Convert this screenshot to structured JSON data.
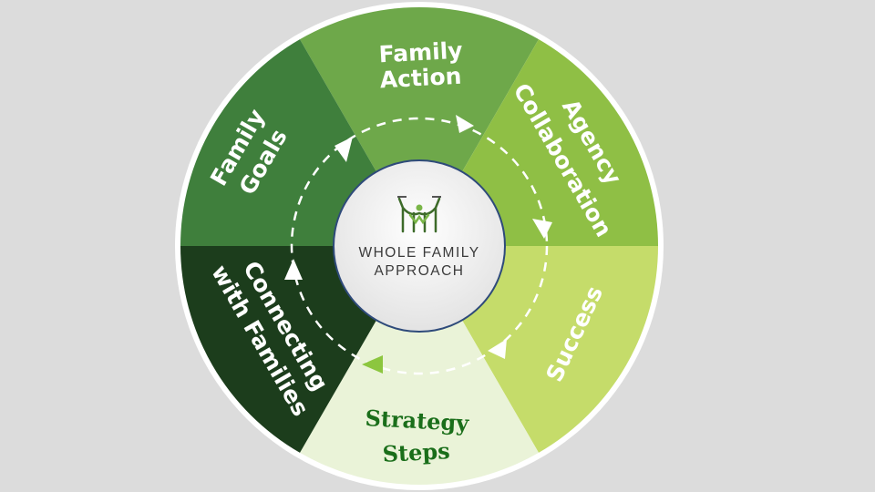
{
  "center": {
    "logo_icon": "family-figures-logo-icon",
    "line1": "WHOLE FAMILY",
    "line2": "APPROACH"
  },
  "segments": [
    {
      "key": "family-action",
      "lines": [
        "Family",
        "Action"
      ],
      "fill": "#6ea84a",
      "text_color": "#ffffff"
    },
    {
      "key": "agency-collaboration",
      "lines": [
        "Agency",
        "Collaboration"
      ],
      "fill": "#8fbf45",
      "text_color": "#ffffff"
    },
    {
      "key": "success",
      "lines": [
        "Success"
      ],
      "fill": "#c5dc6a",
      "text_color": "#ffffff"
    },
    {
      "key": "strategy-steps",
      "lines": [
        "Strategy",
        "Steps"
      ],
      "fill": "#eaf3d8",
      "text_color": "#1a6e1a"
    },
    {
      "key": "connecting-with-families",
      "lines": [
        "Connecting",
        "with Families"
      ],
      "fill": "#1c3d1c",
      "text_color": "#ffffff"
    },
    {
      "key": "family-goals",
      "lines": [
        "Family",
        "Goals"
      ],
      "fill": "#3f7f3c",
      "text_color": "#ffffff"
    }
  ],
  "colors": {
    "background": "#dcdcdc",
    "outer_ring": "#ffffff",
    "center_fill": "#f2f2f2",
    "center_border": "#2e4a7a",
    "arrow": "#ffffff",
    "arrow_light": "#8cc63f"
  }
}
